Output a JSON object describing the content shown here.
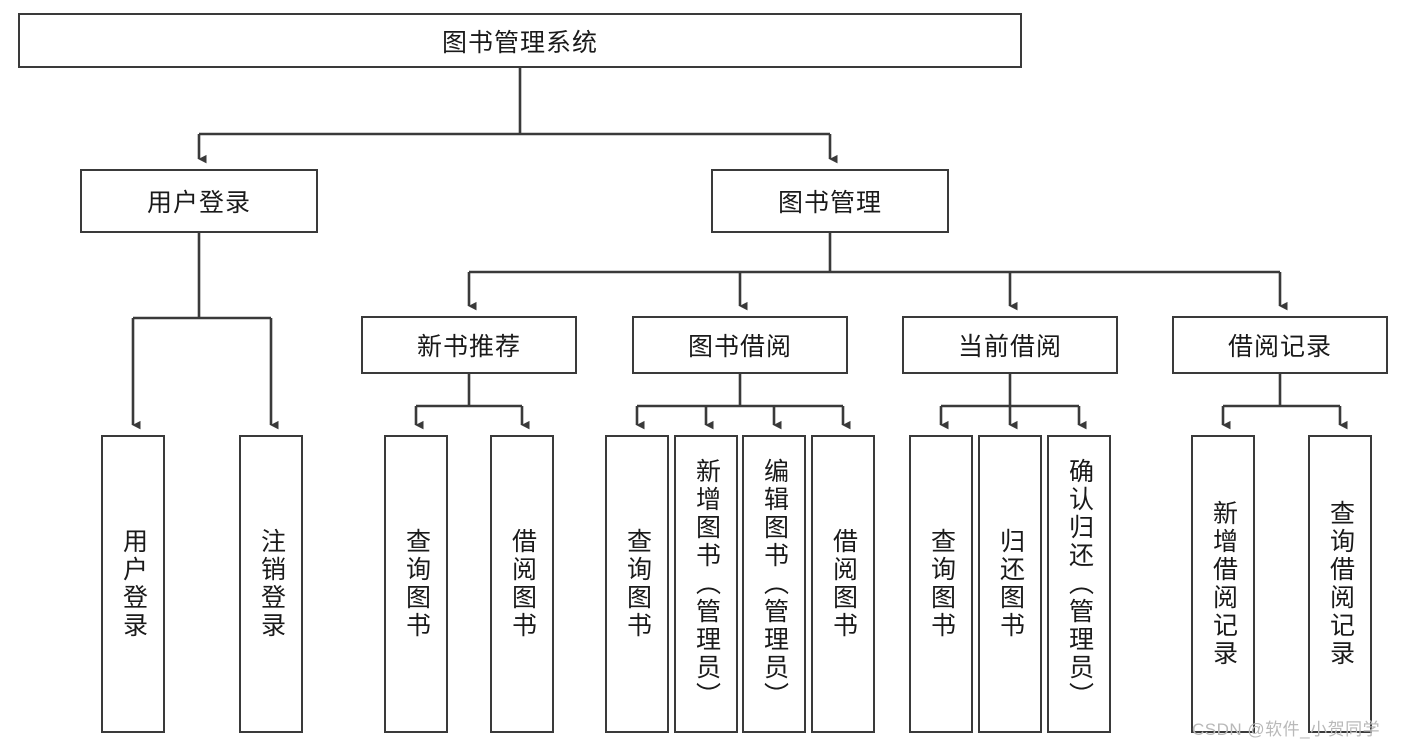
{
  "diagram": {
    "title": "图书管理系统",
    "root": {
      "label": "图书管理系统"
    },
    "level2": [
      {
        "label": "用户登录"
      },
      {
        "label": "图书管理"
      }
    ],
    "level3": [
      {
        "label": "新书推荐"
      },
      {
        "label": "图书借阅"
      },
      {
        "label": "当前借阅"
      },
      {
        "label": "借阅记录"
      }
    ],
    "leaves": {
      "user_login": [
        {
          "label": "用户登录"
        },
        {
          "label": "注销登录"
        }
      ],
      "new_book": [
        {
          "label": "查询图书"
        },
        {
          "label": "借阅图书"
        }
      ],
      "book_borrow": [
        {
          "label": "查询图书"
        },
        {
          "label": "新增图书（管理员）"
        },
        {
          "label": "编辑图书（管理员）"
        },
        {
          "label": "借阅图书"
        }
      ],
      "current_borrow": [
        {
          "label": "查询图书"
        },
        {
          "label": "归还图书"
        },
        {
          "label": "确认归还（管理员）"
        }
      ],
      "borrow_record": [
        {
          "label": "新增借阅记录"
        },
        {
          "label": "查询借阅记录"
        }
      ]
    }
  },
  "watermark": {
    "text": "CSDN @软件_小贺同学"
  },
  "colors": {
    "border": "#3a3a3a",
    "background": "#ffffff",
    "text": "#1a1a1a",
    "watermark": "#b9b9b9"
  }
}
